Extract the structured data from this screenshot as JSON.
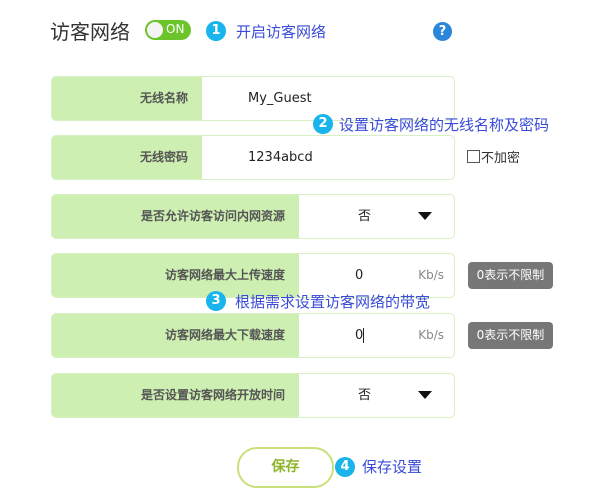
{
  "header": {
    "title": "访客网络",
    "toggle_label": "ON",
    "help_icon": "?"
  },
  "annotations": [
    {
      "num": "1",
      "text": "开启访客网络"
    },
    {
      "num": "2",
      "text": "设置访客网络的无线名称及密码"
    },
    {
      "num": "3",
      "text": "根据需求设置访客网络的带宽"
    },
    {
      "num": "4",
      "text": "保存设置"
    }
  ],
  "form": {
    "ssid": {
      "label": "无线名称",
      "value": "My_Guest"
    },
    "password": {
      "label": "无线密码",
      "value": "1234abcd",
      "no_encrypt_label": "不加密"
    },
    "intranet": {
      "label": "是否允许访客访问内网资源",
      "value": "否"
    },
    "upload": {
      "label": "访客网络最大上传速度",
      "value": "0",
      "unit": "Kb/s",
      "hint": "0表示不限制"
    },
    "download": {
      "label": "访客网络最大下载速度",
      "value": "0",
      "unit": "Kb/s",
      "hint": "0表示不限制"
    },
    "schedule": {
      "label": "是否设置访客网络开放时间",
      "value": "否"
    }
  },
  "save_label": "保存",
  "colors": {
    "accent": "#6bc42a",
    "label_bg": "#cdefb1",
    "annotation": "#3a4bd8",
    "badge": "#19b4ec"
  }
}
